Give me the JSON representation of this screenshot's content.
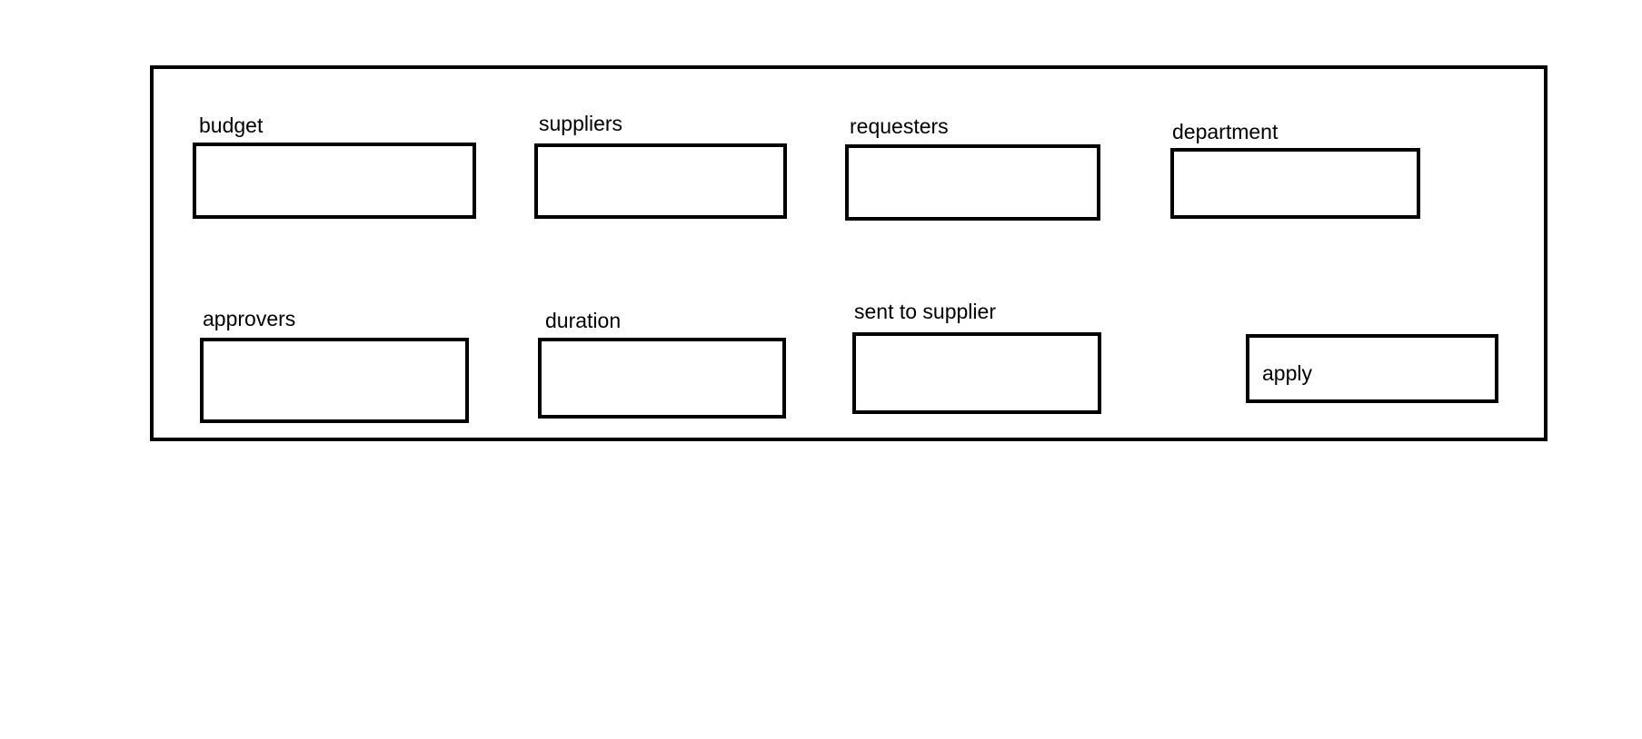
{
  "filters": {
    "budget": {
      "label": "budget",
      "value": ""
    },
    "suppliers": {
      "label": "suppliers",
      "value": ""
    },
    "requesters": {
      "label": "requesters",
      "value": ""
    },
    "department": {
      "label": "department",
      "value": ""
    },
    "approvers": {
      "label": "approvers",
      "value": ""
    },
    "duration": {
      "label": "duration",
      "value": ""
    },
    "sent_to_supplier": {
      "label": "sent to supplier",
      "value": ""
    }
  },
  "apply_button": {
    "label": "apply"
  }
}
